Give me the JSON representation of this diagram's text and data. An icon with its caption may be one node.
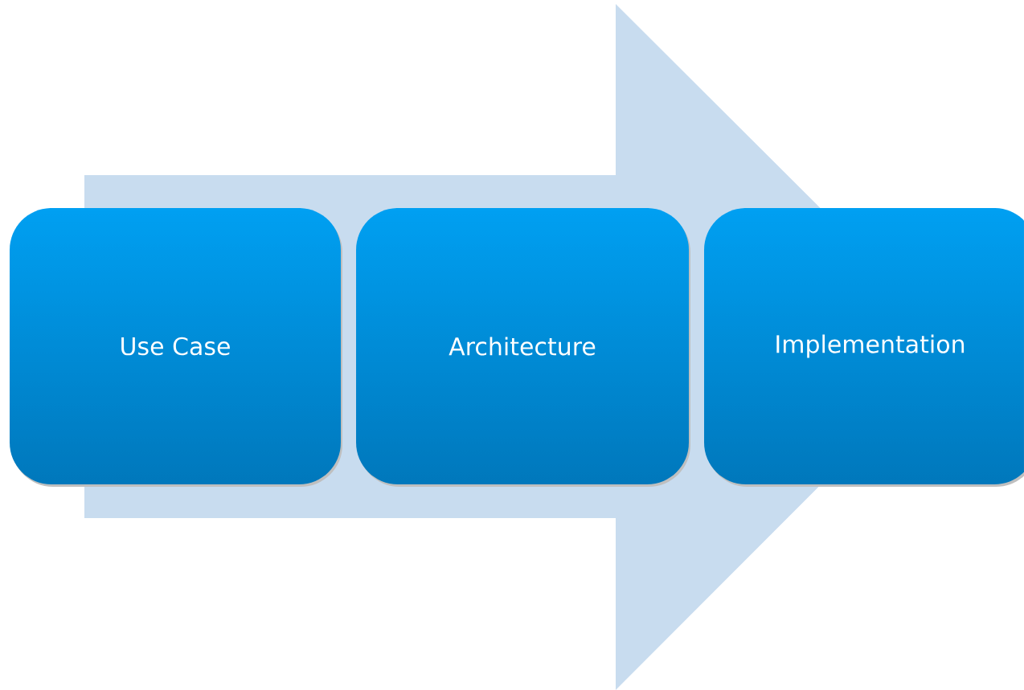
{
  "diagram": {
    "nodes": [
      {
        "text": [
          "Use Case"
        ]
      },
      {
        "text": [
          "Architecture"
        ]
      },
      {
        "text": [
          "Implementation"
        ]
      }
    ],
    "edges": [
      {
        "from": 0,
        "to": 2,
        "arrow": "to"
      }
    ]
  }
}
